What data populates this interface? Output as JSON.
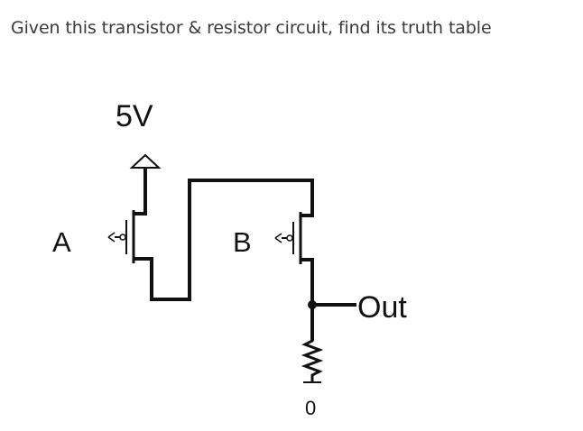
{
  "question": {
    "text": "Given this transistor & resistor circuit, find its truth table"
  },
  "circuit": {
    "supply_label": "5V",
    "input_a_label": "A",
    "input_b_label": "B",
    "output_label": "Out",
    "ground_label": "0",
    "wire_color": "#111111"
  }
}
